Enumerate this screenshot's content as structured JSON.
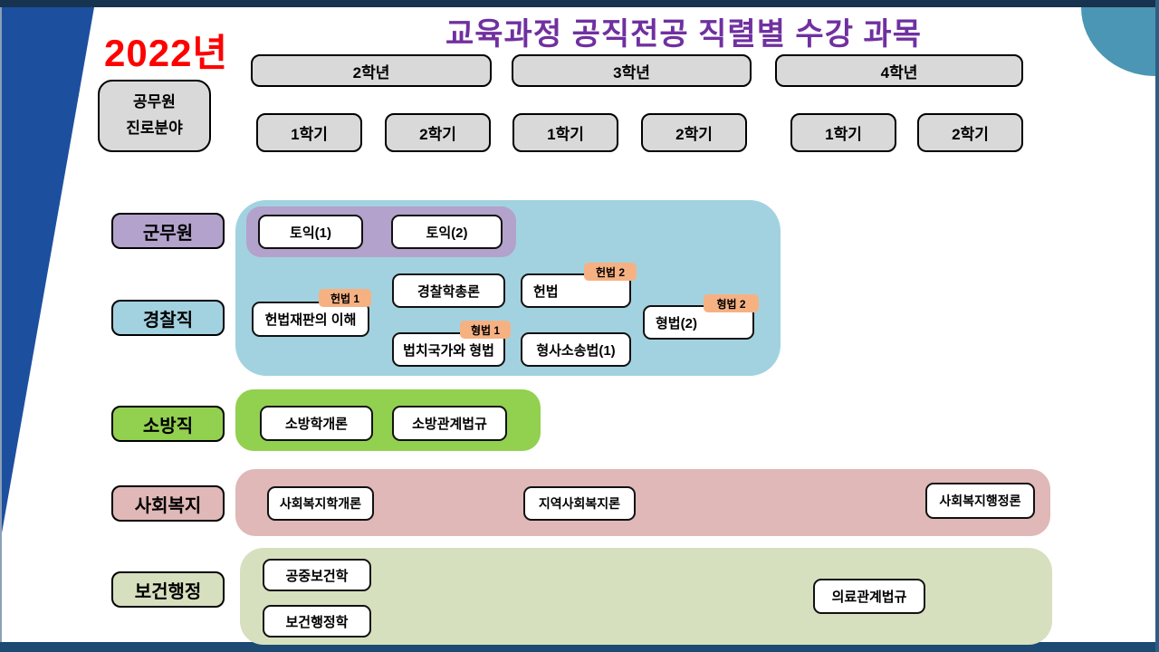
{
  "meta": {
    "year_label": "2022년",
    "title": "교육과정 공직전공 직렬별 수강 과목"
  },
  "header": {
    "career_field": [
      "공무원",
      "진로분야"
    ],
    "grades": [
      {
        "label": "2학년"
      },
      {
        "label": "3학년"
      },
      {
        "label": "4학년"
      }
    ],
    "semesters": [
      "1학기",
      "2학기",
      "1학기",
      "2학기",
      "1학기",
      "2학기"
    ]
  },
  "tracks": [
    {
      "label": "군무원",
      "color": "#b3a2cb",
      "courses": [
        {
          "name": "토익(1)"
        },
        {
          "name": "토익(2)"
        }
      ]
    },
    {
      "label": "경찰직",
      "color": "#a2d2e0",
      "courses": [
        {
          "name": "헌법재판의 이해",
          "tag": "헌법 1"
        },
        {
          "name": "경찰학총론"
        },
        {
          "name": "헌법",
          "tag": "헌법 2"
        },
        {
          "name": "법치국가와 형법",
          "tag": "형법 1"
        },
        {
          "name": "형사소송법(1)"
        },
        {
          "name": "형법(2)",
          "tag": "형법 2"
        }
      ]
    },
    {
      "label": "소방직",
      "color": "#92d050",
      "courses": [
        {
          "name": "소방학개론"
        },
        {
          "name": "소방관계법규"
        }
      ]
    },
    {
      "label": "사회복지",
      "color": "#dfb8b7",
      "courses": [
        {
          "name": "사회복지학개론"
        },
        {
          "name": "지역사회복지론"
        },
        {
          "name": "사회복지행정론"
        }
      ]
    },
    {
      "label": "보건행정",
      "color": "#d7e0be",
      "courses": [
        {
          "name": "공중보건학"
        },
        {
          "name": "보건행정학"
        },
        {
          "name": "의료관계법규"
        }
      ]
    }
  ],
  "colors": {
    "title_purple": "#7030a0",
    "year_red": "#ff0000",
    "header_gray": "#d9d9d9",
    "tag_orange": "#f6b183",
    "navy_wedge": "#1d4f9f",
    "navy_bar": "#1c4a72",
    "teal_corner": "#4a96b4",
    "course_box_bg": "#ffffff"
  }
}
